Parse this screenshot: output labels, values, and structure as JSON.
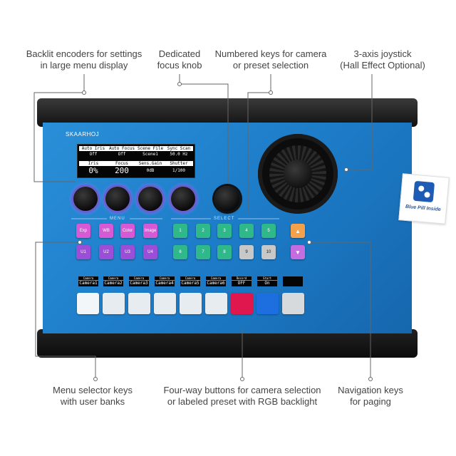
{
  "callouts": {
    "encoders": [
      "Backlit encoders for settings",
      "in large menu display"
    ],
    "focus": [
      "Dedicated",
      "focus knob"
    ],
    "numbered": [
      "Numbered keys for camera",
      "or preset selection"
    ],
    "joystick": [
      "3-axis joystick",
      "(Hall Effect Optional)"
    ],
    "menu_keys": [
      "Menu selector keys",
      "with user banks"
    ],
    "fourway": [
      "Four-way buttons for camera selection",
      "or labeled preset with RGB backlight"
    ],
    "nav": [
      "Navigation keys",
      "for paging"
    ]
  },
  "device": {
    "brand": "SKAARHOJ",
    "section_labels": {
      "menu": "MENU",
      "select": "SELECT"
    },
    "lcd": {
      "row1_headers": [
        "Auto Iris",
        "Auto Focus",
        "Scene File",
        "Sync Scan"
      ],
      "row1_values": [
        "Off",
        "Off",
        "Scene1",
        "50.0 Hz"
      ],
      "row2_headers": [
        "Iris",
        "Focus",
        "Sens.Gain",
        "Shutter"
      ],
      "row2_values": [
        "0%",
        "200",
        "0dB",
        "1/100"
      ]
    },
    "menu_keys": [
      "Exp",
      "WB",
      "Color",
      "Image",
      "U1",
      "U2",
      "U3",
      "U4"
    ],
    "number_keys": [
      "1",
      "2",
      "3",
      "4",
      "5",
      "6",
      "7",
      "8",
      "9",
      "10"
    ],
    "oleds": [
      {
        "top": "Camera",
        "bottom": "Camera1"
      },
      {
        "top": "Camera",
        "bottom": "Camera2"
      },
      {
        "top": "Camera",
        "bottom": "Camera3"
      },
      {
        "top": "Camera",
        "bottom": "Camera4"
      },
      {
        "top": "Camera",
        "bottom": "Camera5"
      },
      {
        "top": "Camera",
        "bottom": "Camera6"
      },
      {
        "top": "Record",
        "bottom": "OFF"
      },
      {
        "top": "Start",
        "bottom": "On"
      },
      {
        "top": "",
        "bottom": ""
      }
    ],
    "pad_colors": [
      "#f2f6f8",
      "#e6ecef",
      "#e6ecef",
      "#e6ecef",
      "#e6ecef",
      "#e6ecef",
      "#e0164f",
      "#1d6fe0",
      "#d6dadc"
    ]
  },
  "badge": {
    "text": "Blue Pill Inside",
    "color": "#1d5bb4"
  },
  "colors": {
    "panel": "#1c7ac6",
    "knob_glow": "#6b5fd0"
  }
}
